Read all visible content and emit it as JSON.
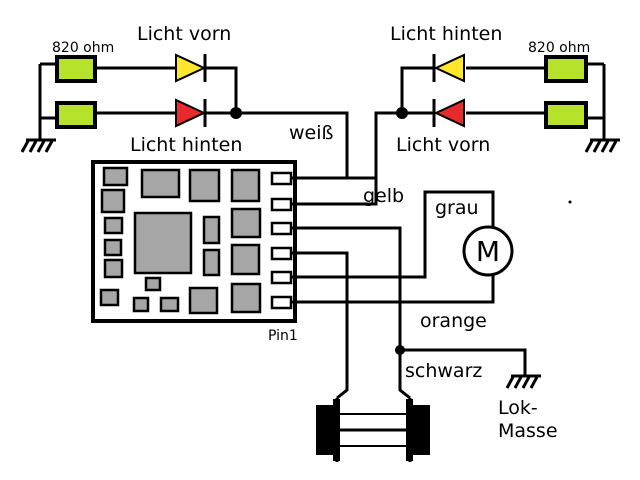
{
  "labels": {
    "resistor_left": "820 ohm",
    "resistor_right": "820 ohm",
    "left_top_led": "Licht vorn",
    "left_bottom_led": "Licht hinten",
    "right_top_led": "Licht hinten",
    "right_bottom_led": "Licht vorn",
    "wire_white": "weiß",
    "wire_yellow": "gelb",
    "wire_grey": "grau",
    "wire_orange": "orange",
    "wire_black": "schwarz",
    "pin1": "Pin1",
    "motor": "M",
    "ground_line1": "Lok-",
    "ground_line2": "Masse"
  },
  "colors": {
    "wire": "#000000",
    "resistor_fill": "#b7e22b",
    "led_yellow": "#ffe52c",
    "led_red": "#e52b2b",
    "chip_component": "#a6a6a6",
    "background": "#ffffff"
  },
  "icons": {
    "ground": "ground-symbol-icon",
    "motor": "motor-icon",
    "wheelset": "wheelset-icon",
    "led": "led-diode-icon"
  }
}
